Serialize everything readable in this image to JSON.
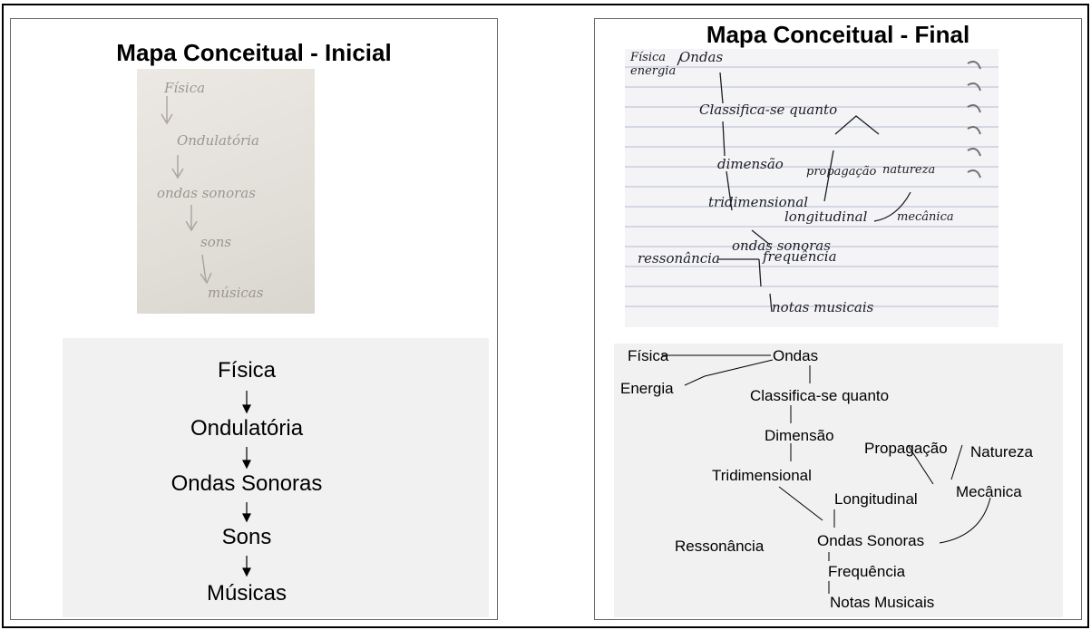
{
  "left_panel": {
    "title": "Mapa Conceitual - Inicial",
    "handwritten": [
      "Física",
      "Ondulatória",
      "ondas sonoras",
      "sons",
      "músicas"
    ],
    "typed_nodes": [
      "Física",
      "Ondulatória",
      "Ondas Sonoras",
      "Sons",
      "Músicas"
    ]
  },
  "right_panel": {
    "title": "Mapa Conceitual - Final",
    "handwritten": {
      "fisica": "Física",
      "energia": "energia",
      "ondas": "Ondas",
      "classifica": "Classifica-se quanto",
      "dimensao": "dimensão",
      "propagacao": "propagação",
      "natureza": "natureza",
      "tridimensional": "tridimensional",
      "longitudinal": "longitudinal",
      "mecanica": "mecânica",
      "ondas_sonoras": "ondas sonoras",
      "ressonancia": "ressonância",
      "frequencia": "frequência",
      "notas": "notas musicais"
    },
    "nodes": {
      "fisica": "Física",
      "energia": "Energia",
      "ondas": "Ondas",
      "classifica": "Classifica-se quanto",
      "dimensao": "Dimensão",
      "propagacao": "Propagação",
      "natureza": "Natureza",
      "tridimensional": "Tridimensional",
      "mecanica": "Mecânica",
      "longitudinal": "Longitudinal",
      "ressonancia": "Ressonância",
      "ondas_sonoras": "Ondas Sonoras",
      "frequencia": "Frequência",
      "notas": "Notas Musicais"
    }
  }
}
